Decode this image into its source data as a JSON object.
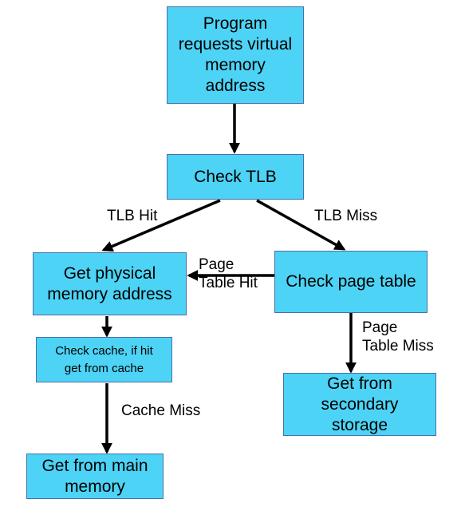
{
  "nodes": {
    "program_request": "Program\nrequests virtual\nmemory\naddress",
    "check_tlb": "Check TLB",
    "get_physical_address": "Get physical\nmemory address",
    "check_page_table": "Check page table",
    "check_cache": "Check cache, if hit\nget from cache",
    "get_from_main_memory": "Get from main\nmemory",
    "get_from_secondary_storage": "Get from\nsecondary\nstorage"
  },
  "edges": {
    "tlb_hit": "TLB Hit",
    "tlb_miss": "TLB Miss",
    "page_table_hit": "Page\nTable Hit",
    "page_table_miss": "Page\nTable Miss",
    "cache_miss": "Cache Miss"
  },
  "colors": {
    "box_fill": "#4dd3f5",
    "box_border": "#4a6fa8",
    "arrow": "#000000"
  }
}
